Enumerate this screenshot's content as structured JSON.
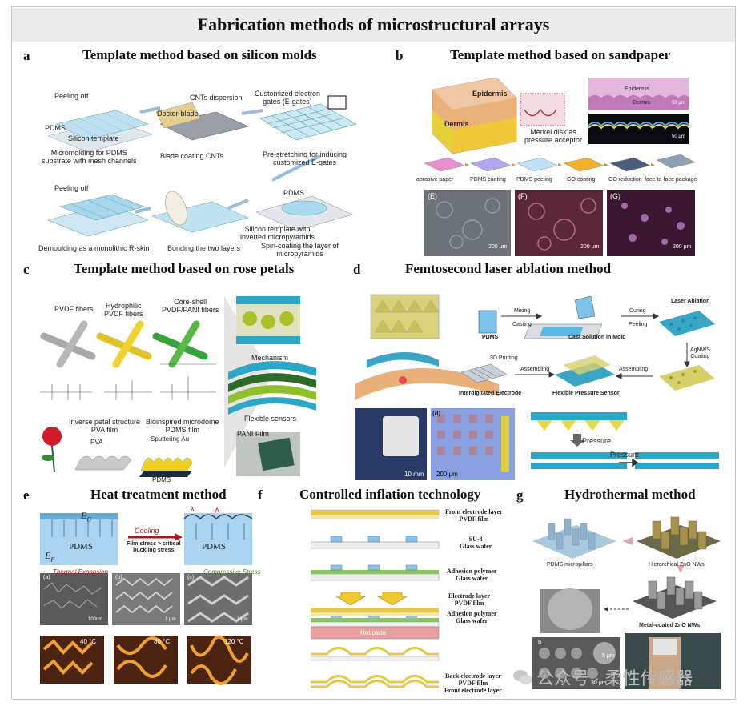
{
  "figure": {
    "title": "Fabrication methods of microstructural arrays"
  },
  "panels": {
    "a": {
      "letter": "a",
      "title": "Template method based on silicon molds",
      "labels": {
        "peeling_off_1": "Peeling off",
        "pdms": "PDMS",
        "silicon_template": "Silicon template",
        "doctor_blade": "Doctor-blade",
        "cnts_dispersion": "CNTs dispersion",
        "custom_gates": "Customized electron\ngates (E-gates)",
        "micromolding": "Micromolding for PDMS\nsubstrate with mesh channels",
        "blade_coating": "Blade coating CNTs",
        "prestretching": "Pre-stretching for inducing\ncustomized E-gates",
        "peeling_off_2": "Peeling off",
        "pdms_2": "PDMS",
        "silicon_inverted": "Silicon template with\ninverted micropyramids",
        "spin_coating": "Spin-coating the layer of\nmicropyramids",
        "demoulding": "Demoulding as a monolithic R-skin",
        "bonding": "Bonding the two layers"
      }
    },
    "b": {
      "letter": "b",
      "title": "Template method based on sandpaper",
      "labels": {
        "epidermis": "Epidermis",
        "dermis": "Dermis",
        "merkel": "Merkel disk as\npressure acceptor",
        "epidermis_2": "Epidermis",
        "dermis_2": "Dermis",
        "scale_50a": "50 μm",
        "scale_50b": "50 μm",
        "steps": [
          "abrasive paper",
          "PDMS coating",
          "PDMS peeling",
          "GO coating",
          "GO reduction",
          "face-to-face package"
        ],
        "img_e": "(E)",
        "img_f": "(F)",
        "img_g": "(G)",
        "scale_e": "200 μm",
        "scale_f": "200 μm",
        "scale_g": "200 μm"
      }
    },
    "c": {
      "letter": "c",
      "title": "Template method based on rose petals",
      "labels": {
        "pvdf": "PVDF fibers",
        "hydrophilic": "Hydrophilic\nPVDF fibers",
        "coreshell": "Core-shell\nPVDF/PANI fibers",
        "mechanism": "Mechanism",
        "flexible": "Flexible sensors",
        "inverse": "Inverse petal structure\nPVA film",
        "pva": "PVA",
        "bioinspired": "Bioinspired microdome\nPDMS film",
        "sputtering": "Sputtering Au",
        "pdms": "PDMS",
        "pani_film": "PANI Film"
      }
    },
    "d": {
      "letter": "d",
      "title": "Femtosecond laser ablation method",
      "labels": {
        "pdms": "PDMS",
        "mixing": "Mixing",
        "casting": "Casting",
        "cast_solution": "Cast Solution in Mold",
        "curing": "Curing",
        "peeling": "Peeling",
        "laser": "Laser Ablation",
        "agnws": "AgNWS\nCoating",
        "printing": "3D Printing",
        "assembling_1": "Assembling",
        "assembling_2": "Assembling",
        "interdigitated": "Interdigitated Electrode",
        "flexible": "Flexible Pressure Sensor",
        "scale_10mm": "10 mm",
        "scale_200um": "200 μm",
        "img_d": "(d)",
        "pressure_1": "Pressure",
        "pressure_2": "Pressure"
      }
    },
    "e": {
      "letter": "e",
      "title": "Heat treatment method",
      "labels": {
        "eg": "E",
        "eg_sub": "G",
        "ef": "E",
        "ef_sub": "F",
        "pdms_1": "PDMS",
        "pdms_2": "PDMS",
        "cooling": "Cooling",
        "film_stress": "Film stress > critical\nbuckling stress",
        "thermal": "Thermal Expansion",
        "compressive": "Compressive Stress",
        "lambda": "λ",
        "amp": "A",
        "img_a": "(a)",
        "img_b": "(b)",
        "img_c": "(c)",
        "scale_a": "100nm",
        "scale_b": "1 μm",
        "scale_c": "1 μm",
        "t1": "40 °C",
        "t2": "80 °C",
        "t3": "120 °C"
      }
    },
    "f": {
      "letter": "f",
      "title": "Controlled inflation technology",
      "labels": {
        "front_electrode": "Front electrode layer\nPVDF film",
        "su8": "SU-8\nGlass wafer",
        "adhesion": "Adhesion polymer\nGlass wafer",
        "electrode_pvdf": "Electrode layer\nPVDF film",
        "adhesion_2": "Adhesion polymer\nGlass wafer",
        "hot_plate": "Hot plate",
        "back_front": "Back electrode layer\nPVDF film\nFront electrode layer"
      }
    },
    "g": {
      "letter": "g",
      "title": "Hydrothermal method",
      "labels": {
        "pillars": "PDMS micropillars",
        "hierarchical": "Hierarchical ZnO NWs",
        "metal": "Metal-coated ZnO NWs",
        "img_b": "b",
        "scale_5": "5 μm",
        "scale_30": "30 μm"
      }
    }
  },
  "watermark": {
    "text": "公众号 · 柔性传感器"
  },
  "colors": {
    "title_bar": "#ececec",
    "pdms_blue": "#9fd0ea",
    "gold": "#e0b52a",
    "hot_plate": "#e8a0a0"
  }
}
